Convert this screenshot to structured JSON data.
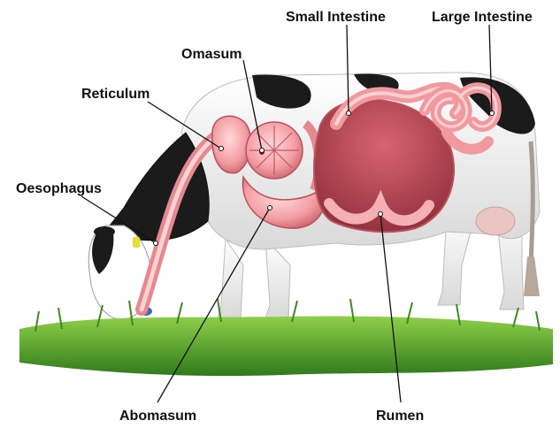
{
  "labels": {
    "small_intestine": "Small Intestine",
    "large_intestine": "Large Intestine",
    "omasum": "Omasum",
    "reticulum": "Reticulum",
    "oesophagus": "Oesophagus",
    "abomasum": "Abomasum",
    "rumen": "Rumen"
  },
  "colors": {
    "organ_fill": "#f4a3a6",
    "organ_dark": "#c45a63",
    "cow_white": "#f2f2f2",
    "cow_black": "#1b1b1b",
    "grass": "#4e9a2a",
    "leader_line": "#111111"
  }
}
